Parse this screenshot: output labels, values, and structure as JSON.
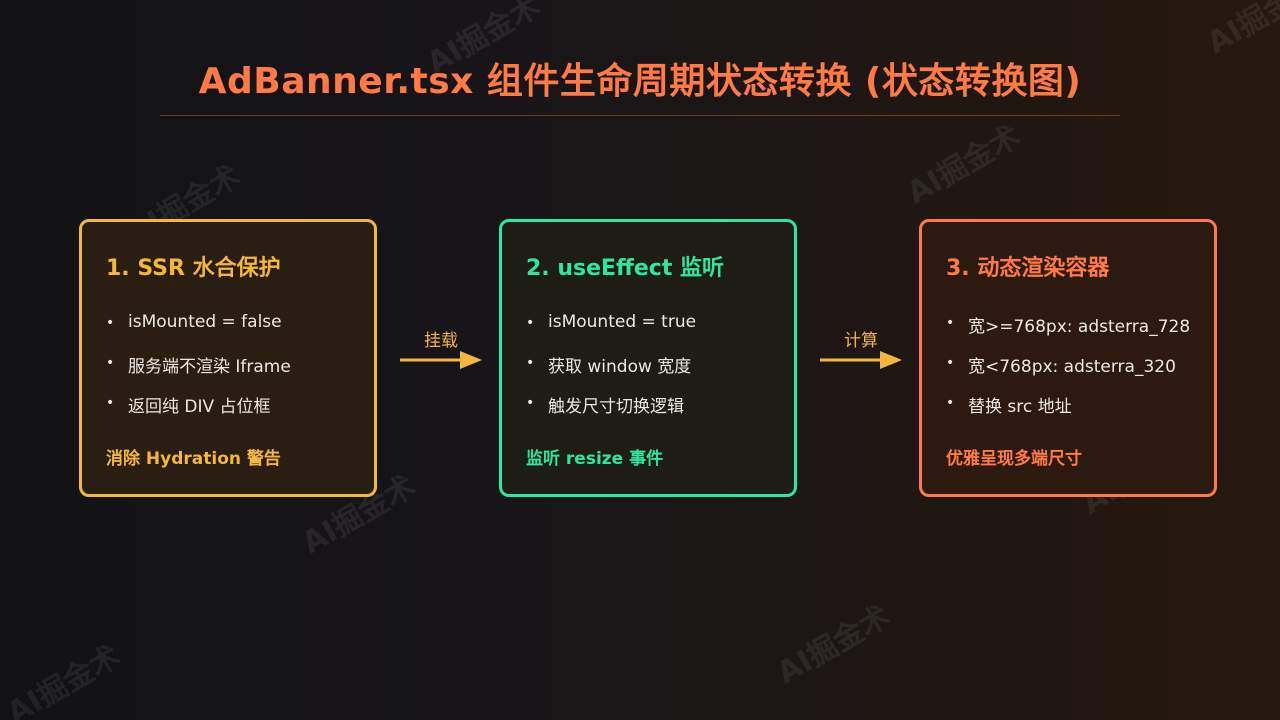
{
  "title": "AdBanner.tsx 组件生命周期状态转换 (状态转换图)",
  "watermark": "AI掘金术",
  "cards": [
    {
      "title": "1. SSR 水合保护",
      "items": [
        "isMounted = false",
        "服务端不渲染 Iframe",
        "返回纯 DIV 占位框"
      ],
      "footer": "消除 Hydration 警告",
      "color": "#f4b73d"
    },
    {
      "title": "2. useEffect 监听",
      "items": [
        "isMounted = true",
        "获取 window 宽度",
        "触发尺寸切换逻辑"
      ],
      "footer": "监听 resize 事件",
      "color": "#2ee6a0"
    },
    {
      "title": "3. 动态渲染容器",
      "items": [
        "宽>=768px: adsterra_728",
        "宽<768px: adsterra_320",
        "替换 src 地址"
      ],
      "footer": "优雅呈现多端尺寸",
      "color": "#ff7a45"
    }
  ],
  "arrows": [
    {
      "label": "挂载",
      "color": "#f4b73d"
    },
    {
      "label": "计算",
      "color": "#f4b73d"
    }
  ],
  "bullet": "•"
}
